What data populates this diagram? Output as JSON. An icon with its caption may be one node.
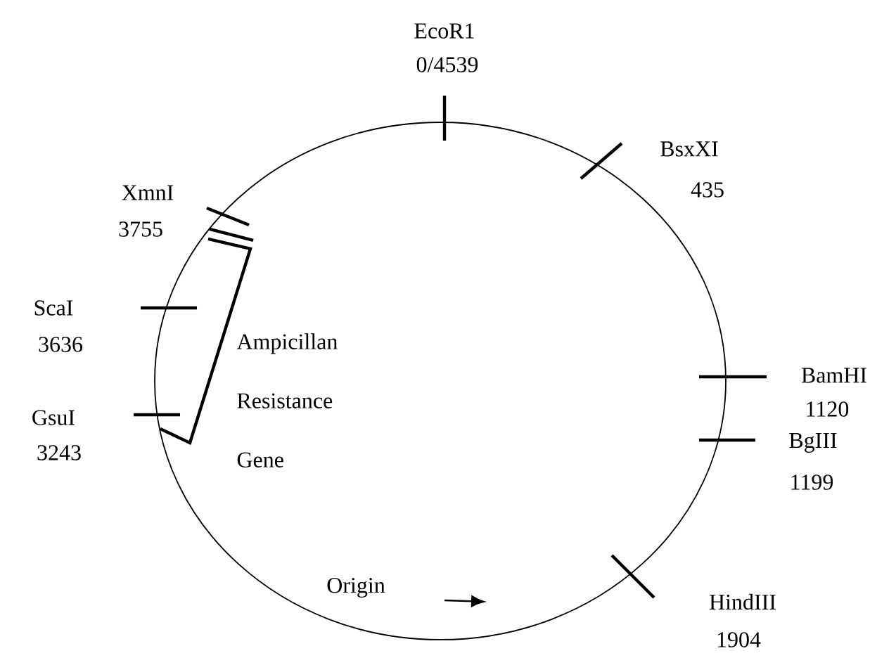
{
  "diagram": {
    "labels": [
      "EcoR1",
      "0/4539",
      "BsxXI",
      "435",
      "XmnI",
      "3755",
      "ScaI",
      "3636",
      "Ampicillan Resistance Gene",
      "BamHI",
      "1120",
      "GsuI",
      "3243",
      "BgIII",
      "1199",
      "Origin",
      "HindIII",
      "1904"
    ]
  }
}
